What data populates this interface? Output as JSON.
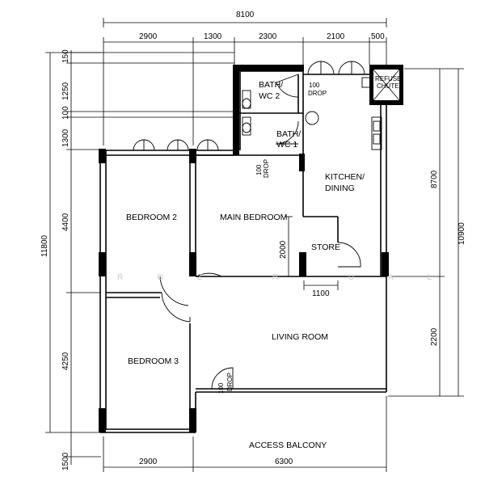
{
  "rooms": {
    "bath_wc2_line1": "BATH/",
    "bath_wc2_line2": "WC 2",
    "bath_wc1_line1": "BATH/",
    "bath_wc1_line2": "WC 1",
    "kitchen_line1": "KITCHEN/",
    "kitchen_line2": "DINING",
    "bedroom2": "BEDROOM 2",
    "main_bedroom": "MAIN BEDROOM",
    "store": "STORE",
    "living_room": "LIVING ROOM",
    "bedroom3": "BEDROOM 3",
    "access_balcony": "ACCESS BALCONY",
    "refuse_chute_line1": "REFUSE",
    "refuse_chute_line2": "CHUTE"
  },
  "drops": {
    "drop_top_value": "100",
    "drop_top_label": "DROP",
    "drop_wc1_value": "100",
    "drop_wc1_label": "DROP",
    "drop_living_value": "100",
    "drop_living_label": "DROP"
  },
  "dimensions": {
    "top_total": "8100",
    "top_seg1": "2900",
    "top_seg2": "1300",
    "top_seg3": "2300",
    "top_seg4": "2100",
    "top_seg5": "500",
    "bottom_seg1": "2900",
    "bottom_seg2": "6300",
    "left_total": "11800",
    "left_seg1": "150",
    "left_seg2": "1250",
    "left_seg3": "100",
    "left_seg4": "1300",
    "left_seg5": "4400",
    "left_seg6": "4250",
    "left_seg7": "1500",
    "right_outer": "10900",
    "right_upper": "8700",
    "right_lower": "2200",
    "store_height": "2000",
    "store_width": "1100"
  },
  "watermark": "ROZ R UAL"
}
